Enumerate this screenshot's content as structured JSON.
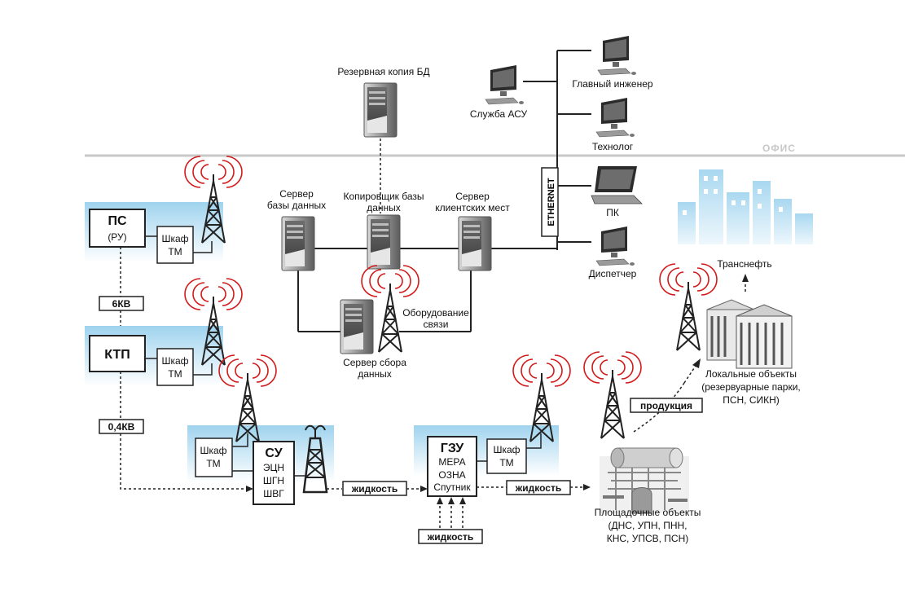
{
  "office_label": "ОФИС",
  "ethernet_label": "ETHERNET",
  "office": {
    "backup": "Резервная копия БД",
    "asu": "Служба АСУ",
    "chief": "Главный инженер",
    "technologist": "Технолог",
    "pc": "ПК",
    "dispatcher": "Диспетчер"
  },
  "servers": {
    "db": [
      "Сервер",
      "базы данных"
    ],
    "copier": [
      "Копировщик базы",
      "данных"
    ],
    "clients": [
      "Сервер",
      "клиентских мест"
    ],
    "collect": [
      "Сервер сбора",
      "данных"
    ],
    "comm": [
      "Оборудование",
      "связи"
    ]
  },
  "ps": {
    "title": "ПС",
    "sub": "(РУ)"
  },
  "ktp": {
    "title": "КТП"
  },
  "cabinet": [
    "Шкаф",
    "ТМ"
  ],
  "su": {
    "title": "СУ",
    "lines": [
      "ЭЦН",
      "ШГН",
      "ШВГ"
    ]
  },
  "gzu": {
    "title": "ГЗУ",
    "lines": [
      "МЕРА",
      "ОЗНА",
      "Спутник"
    ]
  },
  "tags": {
    "kv6": "6КВ",
    "kv04": "0,4КВ",
    "liquid": "жидкость",
    "product": "продукция"
  },
  "transneft": "Транснефть",
  "local": [
    "Локальные объекты",
    "(резервуарные парки,",
    "ПСН, СИКН)"
  ],
  "site": [
    "Площадочные объекты",
    "(ДНС, УПН, ПНН,",
    "КНС, УПСВ, ПСН)"
  ]
}
